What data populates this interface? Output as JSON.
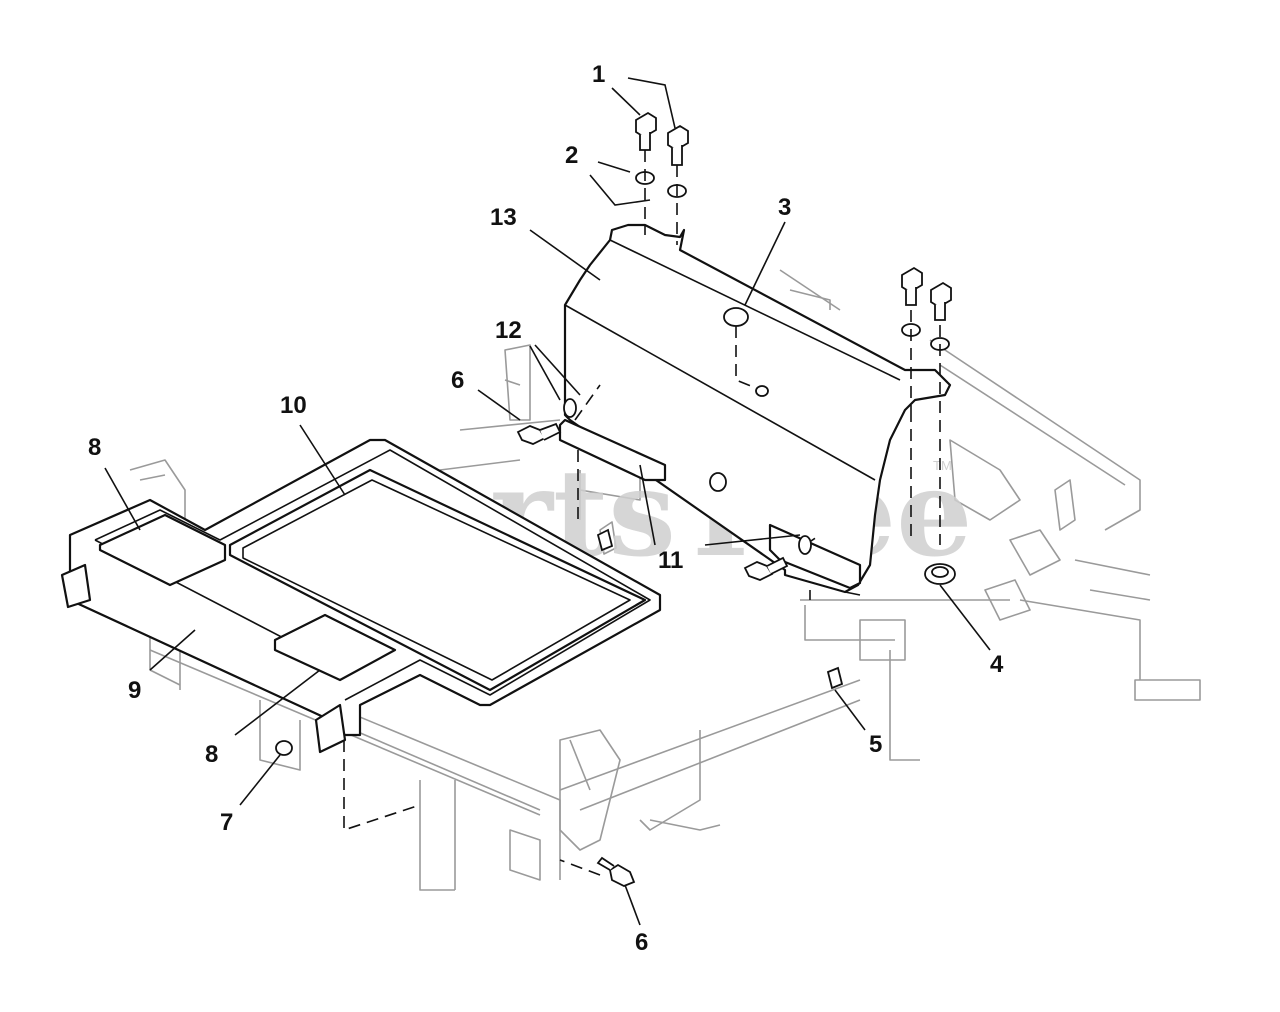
{
  "diagram": {
    "watermark": "PartsTree",
    "trademark": "TM",
    "callouts": {
      "c1": "1",
      "c2": "2",
      "c3": "3",
      "c4": "4",
      "c5": "5",
      "c6a": "6",
      "c6b": "6",
      "c7": "7",
      "c8a": "8",
      "c8b": "8",
      "c9": "9",
      "c10": "10",
      "c11": "11",
      "c12": "12",
      "c13": "13"
    }
  }
}
